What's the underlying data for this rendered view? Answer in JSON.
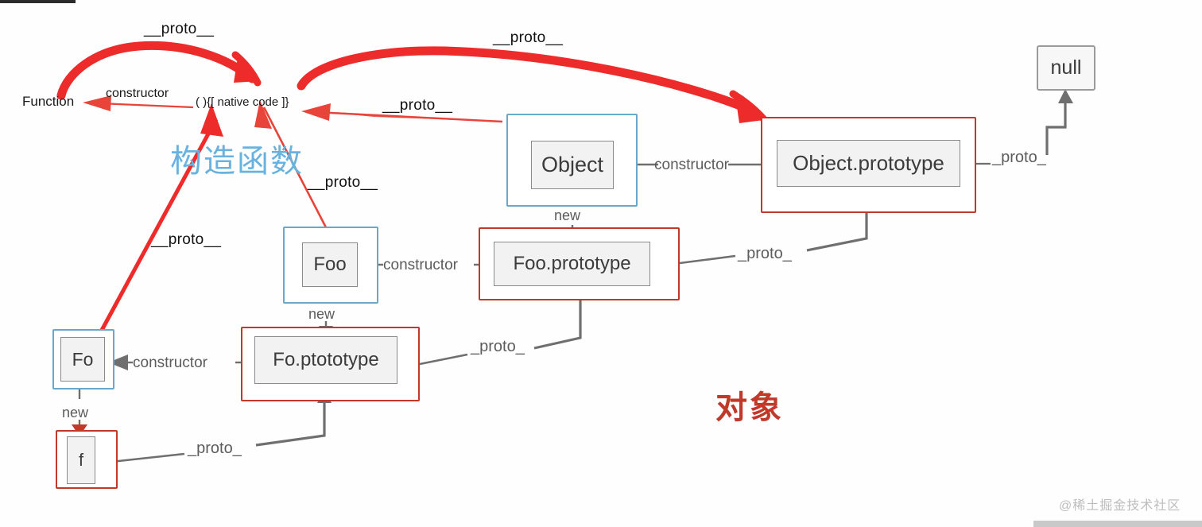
{
  "diagram": {
    "title_cn_constructor": "构造函数",
    "title_cn_object": "对象",
    "watermark": "@稀土掘金技术社区",
    "labels": {
      "proto_double": "__proto__",
      "proto_single": "_proto_",
      "constructor": "constructor",
      "new": "new"
    },
    "colors": {
      "red_arrow": "#ee2b2b",
      "thin_red": "#e8443a",
      "grey_line": "#6f6f6f",
      "blue_border": "#6aa8c9",
      "red_border": "#c0392b",
      "blue_text": "#69b2e0",
      "red_text": "#c0392b"
    }
  },
  "nodes": {
    "function": "Function",
    "native_code": "( ){[ native code ]}",
    "object": "Object",
    "object_prototype": "Object.prototype",
    "null": "null",
    "foo": "Foo",
    "foo_prototype": "Foo.prototype",
    "fo": "Fo",
    "fo_prototype": "Fo.ptototype",
    "f": "f"
  },
  "edge_labels": [
    {
      "id": "proto-function-to-native",
      "text": "__proto__"
    },
    {
      "id": "proto-native-to-objectproto",
      "text": "__proto__"
    },
    {
      "id": "constructor-function",
      "text": "constructor"
    },
    {
      "id": "proto-object-to-native",
      "text": "__proto__"
    },
    {
      "id": "proto-foo-to-native",
      "text": "__proto__"
    },
    {
      "id": "proto-fo-to-native",
      "text": "__proto__"
    },
    {
      "id": "constructor-object",
      "text": "constructor"
    },
    {
      "id": "constructor-foo",
      "text": "constructor"
    },
    {
      "id": "constructor-fo",
      "text": "constructor"
    },
    {
      "id": "new-object",
      "text": "new"
    },
    {
      "id": "new-foo",
      "text": "new"
    },
    {
      "id": "new-fo",
      "text": "new"
    },
    {
      "id": "proto-objectproto-to-null",
      "text": "_proto_"
    },
    {
      "id": "proto-fooproto-to-objectproto",
      "text": "_proto_"
    },
    {
      "id": "proto-foproto-to-fooproto",
      "text": "_proto_"
    },
    {
      "id": "proto-f-to-foproto",
      "text": "_proto_"
    }
  ]
}
